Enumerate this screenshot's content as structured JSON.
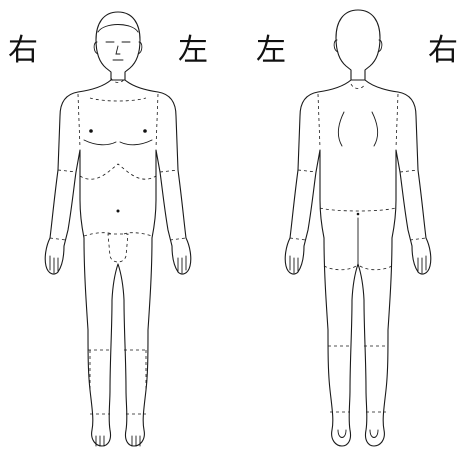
{
  "labels": {
    "front_right": "右",
    "front_left": "左",
    "back_left": "左",
    "back_right": "右"
  },
  "figures": {
    "front": "front-body-figure",
    "back": "back-body-figure"
  }
}
